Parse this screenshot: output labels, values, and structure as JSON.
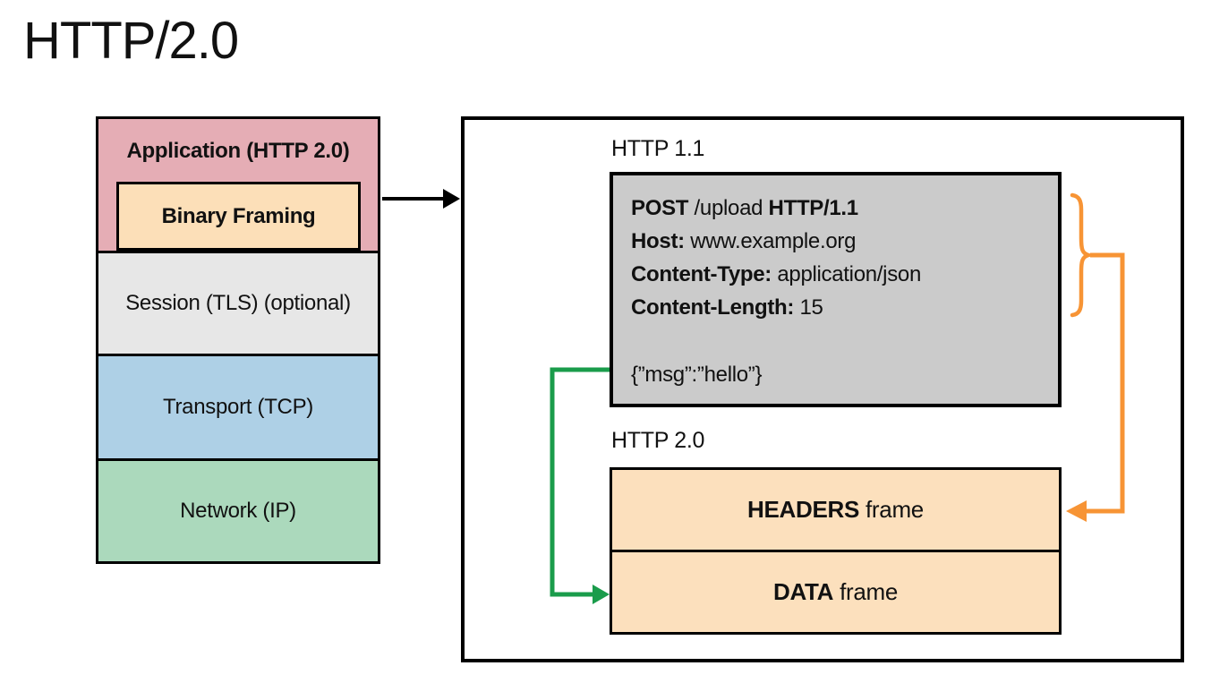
{
  "title": "HTTP/2.0",
  "stack": {
    "application_label": "Application (HTTP 2.0)",
    "binary_framing_label": "Binary Framing",
    "session_label": "Session (TLS) (optional)",
    "transport_label": "Transport (TCP)",
    "network_label": "Network (IP)"
  },
  "panel": {
    "http11_label": "HTTP 1.1",
    "http20_label": "HTTP 2.0",
    "request": {
      "method": "POST",
      "path": "/upload",
      "version": "HTTP/1.1",
      "host_key": "Host:",
      "host_value": "www.example.org",
      "content_type_key": "Content-Type:",
      "content_type_value": "application/json",
      "content_length_key": "Content-Length:",
      "content_length_value": "15",
      "body": "{”msg”:”hello”}"
    },
    "headers_frame_bold": "HEADERS",
    "headers_frame_rest": "frame",
    "data_frame_bold": "DATA",
    "data_frame_rest": "frame"
  },
  "colors": {
    "application_bg": "#E5ADB5",
    "binary_framing_bg": "#FCDFB8",
    "session_bg": "#E7E7E7",
    "transport_bg": "#AED0E6",
    "network_bg": "#ABD9BC",
    "request_bg": "#CBCBCB",
    "frame_bg": "#FCE0BD",
    "headers_arrow": "#F79435",
    "body_arrow": "#1A9C4B",
    "stack_arrow": "#000000"
  }
}
